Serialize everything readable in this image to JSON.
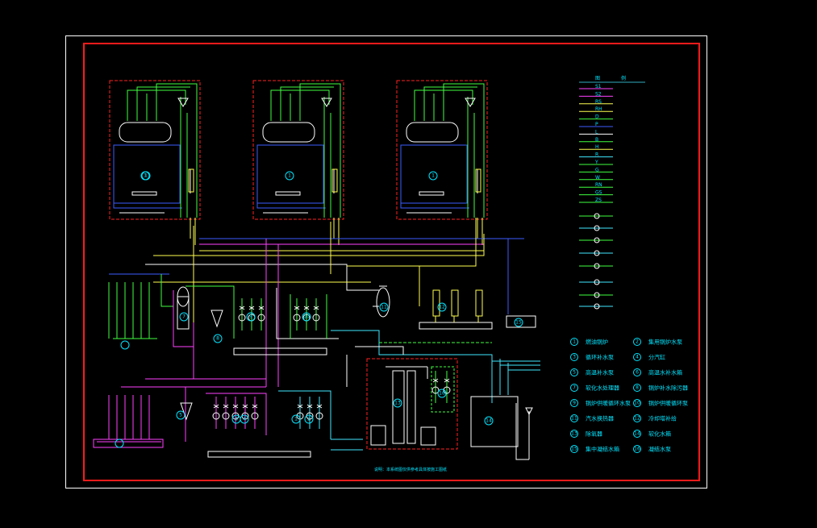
{
  "colors": {
    "background": "#000000",
    "frame": "#ffffff",
    "border": "#ff1a1a",
    "dashed_box": "#ff2020",
    "water": "#3b5bff",
    "steam": "#ff40ff",
    "hot_water": "#ffff50",
    "green": "#40ff40",
    "cyan": "#40e8ff",
    "white": "#ffffff"
  },
  "boilers": [
    {
      "id": "boiler-1",
      "number": "1"
    },
    {
      "id": "boiler-2",
      "number": "1"
    },
    {
      "id": "boiler-3",
      "number": "1"
    }
  ],
  "equipment_markers": [
    "1",
    "7",
    "8",
    "9",
    "10",
    "11",
    "12",
    "13",
    "14",
    "15",
    "16",
    "1",
    "2",
    "3",
    "4",
    "5"
  ],
  "legend_header": {
    "col_a": "图",
    "col_b": "例"
  },
  "legend_rows": [
    {
      "code": "S1",
      "color": "#ff40ff"
    },
    {
      "code": "S2",
      "color": "#ff40ff"
    },
    {
      "code": "RS",
      "color": "#ffff50"
    },
    {
      "code": "RH",
      "color": "#ffff50"
    },
    {
      "code": "D",
      "color": "#40ff40"
    },
    {
      "code": "P",
      "color": "#3b5bff"
    },
    {
      "code": "L",
      "color": "#ffffff"
    },
    {
      "code": "B",
      "color": "#40ff40"
    },
    {
      "code": "H",
      "color": "#ffff50"
    },
    {
      "code": "R",
      "color": "#40e8ff"
    },
    {
      "code": "Y",
      "color": "#40ff40"
    },
    {
      "code": "G",
      "color": "#40ff40"
    },
    {
      "code": "W",
      "color": "#40ff40"
    },
    {
      "code": "RN",
      "color": "#40ff40"
    },
    {
      "code": "GS",
      "color": "#40ff40"
    },
    {
      "code": "ZS",
      "color": "#40ff40"
    }
  ],
  "equipment_list": [
    {
      "num": "1",
      "name": "燃油锅炉"
    },
    {
      "num": "2",
      "name": "集用锅炉水泵"
    },
    {
      "num": "3",
      "name": "循环补水泵"
    },
    {
      "num": "4",
      "name": "分汽缸"
    },
    {
      "num": "5",
      "name": "高温补水泵"
    },
    {
      "num": "6",
      "name": "高温水补水箱"
    },
    {
      "num": "7",
      "name": "软化水处理器"
    },
    {
      "num": "8",
      "name": "锅炉补水除污器"
    },
    {
      "num": "9",
      "name": "锅炉供暖循环水泵"
    },
    {
      "num": "10",
      "name": "锅炉供暖循环泵"
    },
    {
      "num": "11",
      "name": "汽水换热器"
    },
    {
      "num": "12",
      "name": "冷却塔补给"
    },
    {
      "num": "13",
      "name": "除氧器"
    },
    {
      "num": "14",
      "name": "软化水箱"
    },
    {
      "num": "15",
      "name": "集中凝结水箱"
    },
    {
      "num": "16",
      "name": "凝结水泵"
    }
  ],
  "note_text": "说明：本系统图仅供参考具体按施工图纸"
}
